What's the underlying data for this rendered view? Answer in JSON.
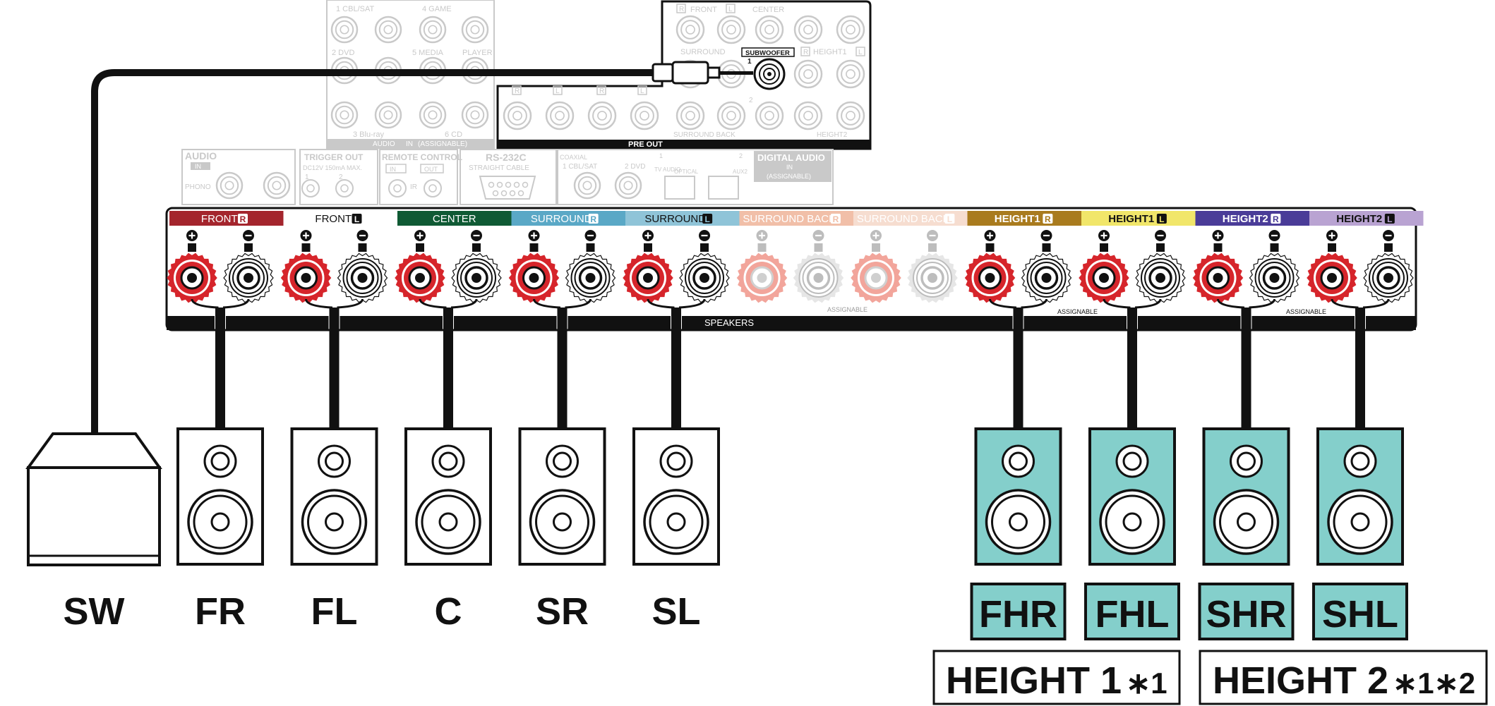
{
  "colors": {
    "front_r": "#a4252d",
    "front_l": "#ffffff",
    "center": "#0f5a34",
    "surround_r": "#5aa8c6",
    "surround_l": "#8fc4d8",
    "surround_back_r": "#f1bfa8",
    "surround_back_l": "#f6ddd0",
    "height1_r": "#a97b1e",
    "height1_l": "#f1e66a",
    "height2_r": "#4a3c98",
    "height2_l": "#b9a3d2",
    "terminal_red": "#d6252b",
    "terminal_faded": "#f2a59b",
    "teal": "#84cfcb",
    "cable": "#111111",
    "ghost": "#c9c9c9"
  },
  "preout": {
    "label": "PRE OUT",
    "subwoofer_label": "SUBWOOFER",
    "front": "FRONT",
    "center": "CENTER",
    "surround": "SURROUND",
    "height1": "HEIGHT1",
    "surround_back": "SURROUND BACK",
    "height2": "HEIGHT2",
    "sub_num_1": "1",
    "sub_num_2": "2",
    "r_mark": "R",
    "l_mark": "L"
  },
  "audio_in": {
    "row1_a": "1 CBL/SAT",
    "row1_b": "4 GAME",
    "row2_a": "2 DVD",
    "row2_b": "5 MEDIA",
    "row2_c": "PLAYER",
    "row3_a": "3 Blu-ray",
    "row3_b": "6 CD",
    "bar_audio": "AUDIO",
    "bar_in": "IN",
    "bar_assignable": "(ASSIGNABLE)"
  },
  "middle_row": {
    "audio": "AUDIO",
    "in": "IN",
    "phono": "PHONO",
    "trigger_out": "TRIGGER OUT",
    "trigger_spec": "DC12V 150mA MAX.",
    "trigger_1": "1",
    "trigger_2": "2",
    "remote_control": "REMOTE CONTROL",
    "remote_in": "IN",
    "remote_ir": "IR",
    "remote_out": "OUT",
    "rs232c": "RS-232C",
    "straight_cable": "STRAIGHT CABLE",
    "coaxial": "COAXIAL",
    "coax_cbl": "1 CBL/SAT",
    "coax_dvd": "2 DVD",
    "tv_num": "1",
    "tv_audio": "TV\nAUDIO",
    "optical": "OPTICAL",
    "aux2_num": "2",
    "aux2": "AUX2",
    "digital_audio": "DIGITAL AUDIO",
    "digital_in": "IN",
    "digital_assignable": "(ASSIGNABLE)"
  },
  "speaker_channels": [
    {
      "label": "FRONT",
      "mark": "R",
      "color_key": "front_r",
      "text_color": "#ffffff",
      "faded": false
    },
    {
      "label": "FRONT",
      "mark": "L",
      "color_key": "front_l",
      "text_color": "#111111",
      "faded": false
    },
    {
      "label": "CENTER",
      "mark": "",
      "color_key": "center",
      "text_color": "#ffffff",
      "faded": false
    },
    {
      "label": "SURROUND",
      "mark": "R",
      "color_key": "surround_r",
      "text_color": "#ffffff",
      "faded": false
    },
    {
      "label": "SURROUND",
      "mark": "L",
      "color_key": "surround_l",
      "text_color": "#111111",
      "faded": false
    },
    {
      "label": "SURROUND BACK",
      "mark": "R",
      "color_key": "surround_back_r",
      "text_color": "#ffffff",
      "faded": true
    },
    {
      "label": "SURROUND BACK",
      "mark": "L",
      "color_key": "surround_back_l",
      "text_color": "#ffffff",
      "faded": true
    },
    {
      "label": "HEIGHT1",
      "mark": "R",
      "color_key": "height1_r",
      "text_color": "#ffffff",
      "faded": false
    },
    {
      "label": "HEIGHT1",
      "mark": "L",
      "color_key": "height1_l",
      "text_color": "#111111",
      "faded": false
    },
    {
      "label": "HEIGHT2",
      "mark": "R",
      "color_key": "height2_r",
      "text_color": "#ffffff",
      "faded": false
    },
    {
      "label": "HEIGHT2",
      "mark": "L",
      "color_key": "height2_l",
      "text_color": "#111111",
      "faded": false
    }
  ],
  "speaker_bar": {
    "speakers_label": "SPEAKERS",
    "assignable_label": "ASSIGNABLE"
  },
  "speakers": [
    {
      "code": "SW",
      "type": "subwoofer",
      "style": "plain"
    },
    {
      "code": "FR",
      "type": "speaker",
      "style": "plain"
    },
    {
      "code": "FL",
      "type": "speaker",
      "style": "plain"
    },
    {
      "code": "C",
      "type": "speaker",
      "style": "plain"
    },
    {
      "code": "SR",
      "type": "speaker",
      "style": "plain"
    },
    {
      "code": "SL",
      "type": "speaker",
      "style": "plain"
    },
    {
      "code": "FHR",
      "type": "speaker",
      "style": "boxed"
    },
    {
      "code": "FHL",
      "type": "speaker",
      "style": "boxed"
    },
    {
      "code": "SHR",
      "type": "speaker",
      "style": "boxed"
    },
    {
      "code": "SHL",
      "type": "speaker",
      "style": "boxed"
    }
  ],
  "group_labels": {
    "height1": "HEIGHT 1",
    "height1_notes": "∗1",
    "height2": "HEIGHT 2",
    "height2_notes": "∗1∗2"
  }
}
